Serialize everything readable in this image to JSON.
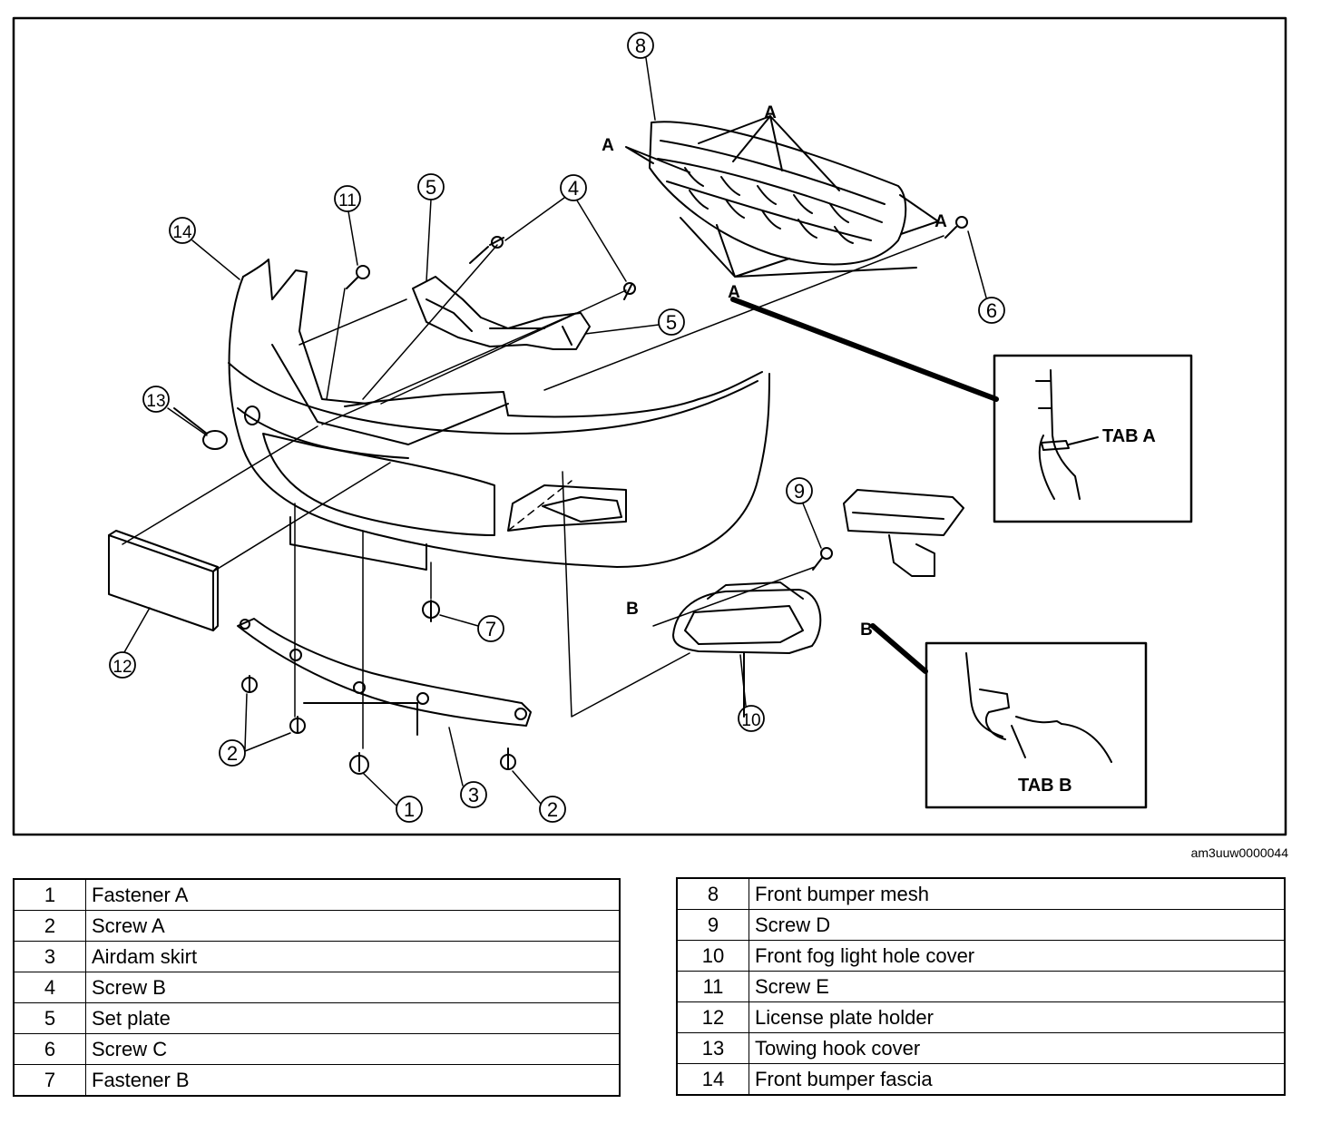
{
  "figure_code": "am3uuw0000044",
  "callouts": [
    "1",
    "2",
    "2",
    "3",
    "4",
    "5",
    "5",
    "6",
    "7",
    "8",
    "9",
    "10",
    "11",
    "12",
    "13",
    "14"
  ],
  "tab_labels": {
    "a": "A",
    "b": "B"
  },
  "detail_a_label": "TAB A",
  "detail_b_label": "TAB B",
  "legend_left": [
    {
      "num": "1",
      "name": "Fastener A"
    },
    {
      "num": "2",
      "name": "Screw A"
    },
    {
      "num": "3",
      "name": "Airdam skirt"
    },
    {
      "num": "4",
      "name": "Screw B"
    },
    {
      "num": "5",
      "name": "Set plate"
    },
    {
      "num": "6",
      "name": "Screw C"
    },
    {
      "num": "7",
      "name": "Fastener B"
    }
  ],
  "legend_right": [
    {
      "num": "8",
      "name": "Front bumper mesh"
    },
    {
      "num": "9",
      "name": "Screw D"
    },
    {
      "num": "10",
      "name": "Front fog light hole cover"
    },
    {
      "num": "11",
      "name": "Screw E"
    },
    {
      "num": "12",
      "name": "License plate holder"
    },
    {
      "num": "13",
      "name": "Towing hook cover"
    },
    {
      "num": "14",
      "name": "Front bumper fascia"
    }
  ]
}
